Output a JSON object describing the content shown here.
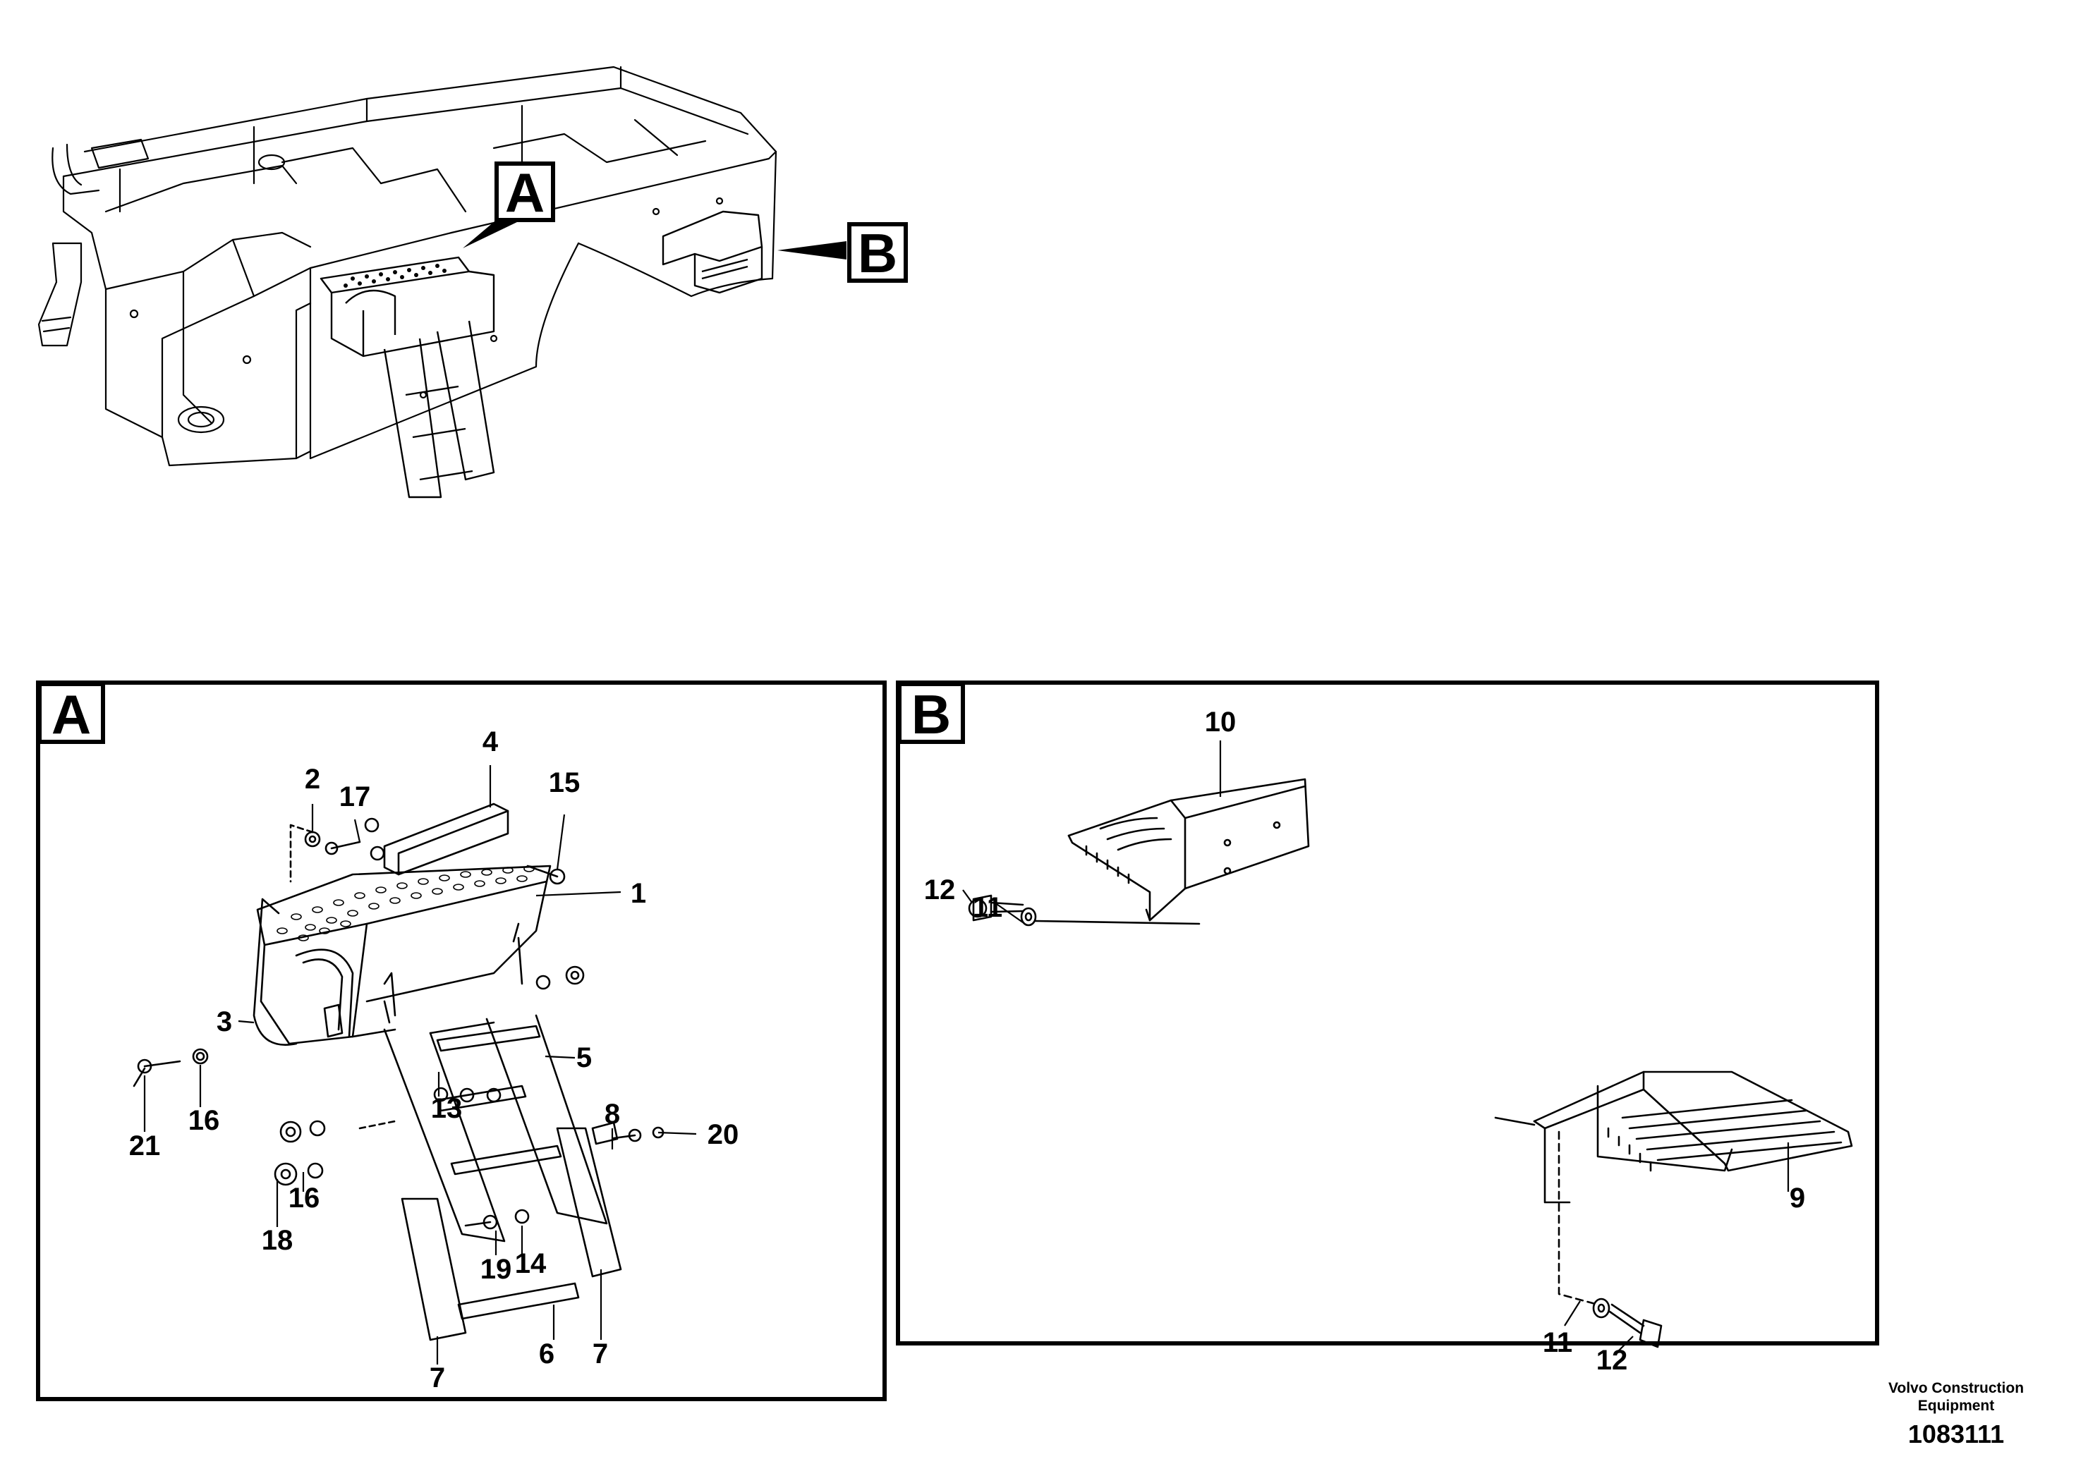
{
  "overview": {
    "callout_a": "A",
    "callout_b": "B"
  },
  "panel_a": {
    "badge": "A",
    "labels": {
      "l1": "1",
      "l2": "2",
      "l3": "3",
      "l4": "4",
      "l5": "5",
      "l6": "6",
      "l7a": "7",
      "l7b": "7",
      "l8": "8",
      "l13": "13",
      "l14": "14",
      "l15": "15",
      "l16a": "16",
      "l16b": "16",
      "l17": "17",
      "l18": "18",
      "l19": "19",
      "l20": "20",
      "l21": "21"
    }
  },
  "panel_b": {
    "badge": "B",
    "labels": {
      "l9": "9",
      "l10": "10",
      "l11a": "11",
      "l11b": "11",
      "l12a": "12",
      "l12b": "12"
    }
  },
  "footer": {
    "brand_line1": "Volvo Construction",
    "brand_line2": "Equipment",
    "code": "1083111"
  }
}
